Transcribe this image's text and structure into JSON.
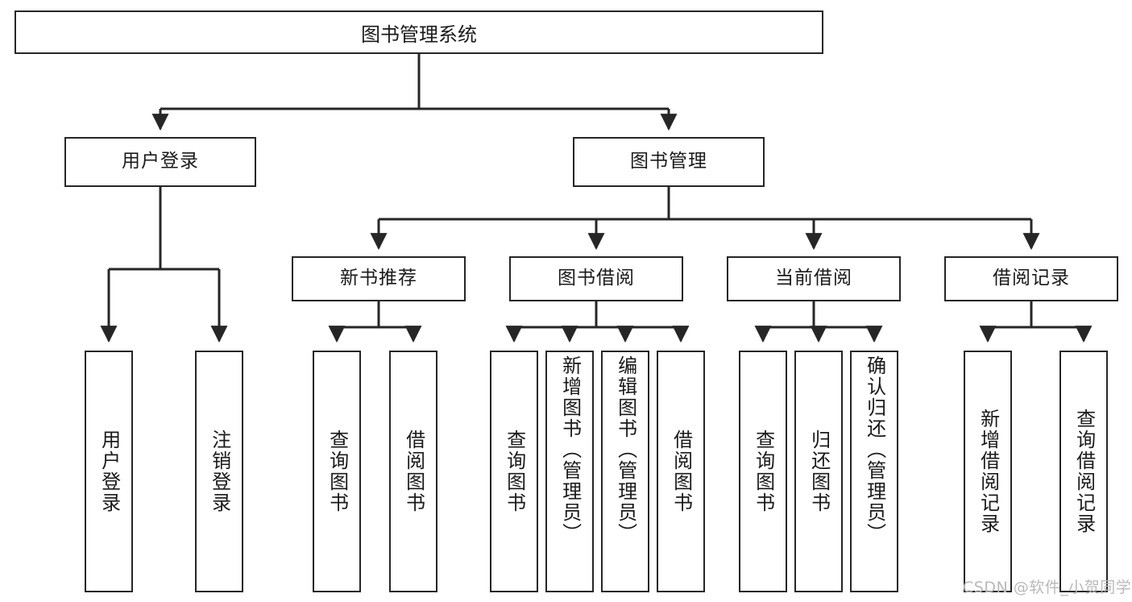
{
  "diagram": {
    "type": "tree",
    "title": "图书管理系统",
    "root": {
      "label": "图书管理系统"
    },
    "level2": [
      {
        "label": "用户登录"
      },
      {
        "label": "图书管理"
      }
    ],
    "level3": [
      {
        "label": "新书推荐"
      },
      {
        "label": "图书借阅"
      },
      {
        "label": "当前借阅"
      },
      {
        "label": "借阅记录"
      }
    ],
    "leaves": {
      "user_login": [
        {
          "label": "用户登录"
        },
        {
          "label": "注销登录"
        }
      ],
      "new_book_recommend": [
        {
          "label": "查询图书"
        },
        {
          "label": "借阅图书"
        }
      ],
      "book_borrow": [
        {
          "label": "查询图书"
        },
        {
          "label": "新增图书（管理员）"
        },
        {
          "label": "编辑图书（管理员）"
        },
        {
          "label": "借阅图书"
        }
      ],
      "current_borrow": [
        {
          "label": "查询图书"
        },
        {
          "label": "归还图书"
        },
        {
          "label": "确认归还（管理员）"
        }
      ],
      "borrow_record": [
        {
          "label": "新增借阅记录"
        },
        {
          "label": "查询借阅记录"
        }
      ]
    }
  },
  "watermark": {
    "text": "CSDN @软件_小贺同学"
  },
  "colors": {
    "stroke": "#262626",
    "text": "#1a1a1a",
    "background": "#ffffff",
    "watermark": "#b9b9b9"
  }
}
